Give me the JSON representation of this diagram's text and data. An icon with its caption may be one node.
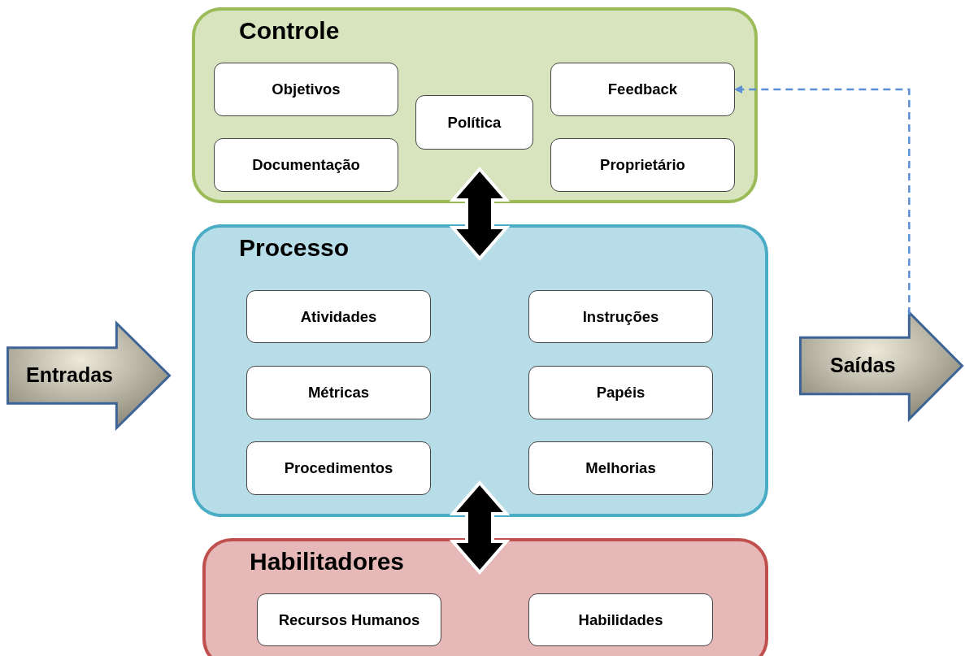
{
  "diagram": {
    "nodes": [
      {
        "text": [
          "Controle"
        ]
      },
      {
        "text": [
          "Objetivos"
        ],
        "in": 0
      },
      {
        "text": [
          "Documentação"
        ],
        "in": 0
      },
      {
        "text": [
          "Política"
        ],
        "in": 0
      },
      {
        "text": [
          "Feedback"
        ],
        "in": 0
      },
      {
        "text": [
          "Proprietário"
        ],
        "in": 0
      },
      {
        "text": [
          "Processo"
        ]
      },
      {
        "text": [
          "Atividades"
        ],
        "in": 6
      },
      {
        "text": [
          "Instruções"
        ],
        "in": 6
      },
      {
        "text": [
          "Métricas"
        ],
        "in": 6
      },
      {
        "text": [
          "Papéis"
        ],
        "in": 6
      },
      {
        "text": [
          "Procedimentos"
        ],
        "in": 6
      },
      {
        "text": [
          "Melhorias"
        ],
        "in": 6
      },
      {
        "text": [
          "Habilitadores"
        ]
      },
      {
        "text": [
          "Recursos Humanos"
        ],
        "in": 13
      },
      {
        "text": [
          "Habilidades"
        ],
        "in": 13
      },
      {
        "text": [
          "Entradas"
        ]
      },
      {
        "text": [
          "Saídas"
        ]
      }
    ],
    "edges": [
      {
        "from": 0,
        "to": 6,
        "arrow": "both",
        "style": "thick"
      },
      {
        "from": 6,
        "to": 13,
        "arrow": "both",
        "style": "thick"
      },
      {
        "from": 17,
        "to": 4,
        "arrow": "to",
        "style": "dashed",
        "color": "#5b8fd6"
      }
    ]
  }
}
